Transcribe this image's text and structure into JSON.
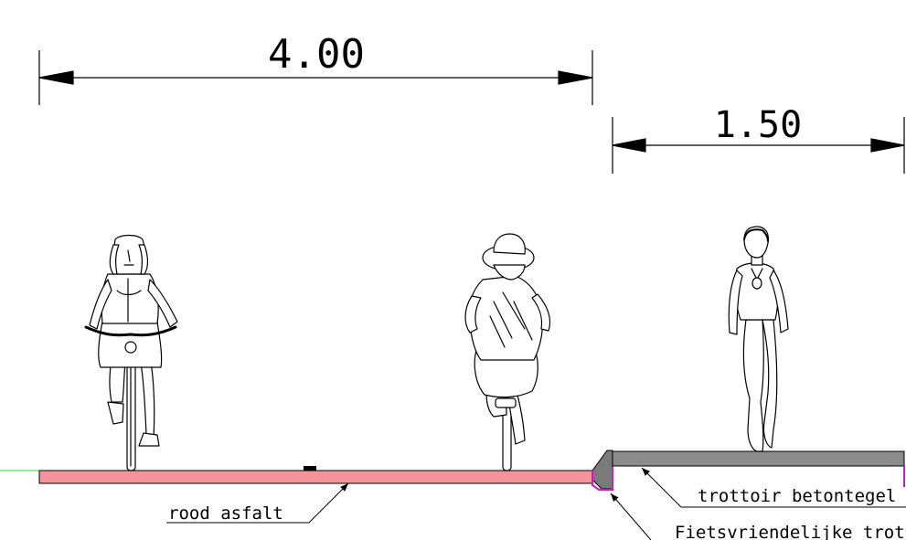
{
  "dimensions": {
    "cycle_path_width": "4.00",
    "sidewalk_width": "1.50"
  },
  "labels": {
    "red_asphalt": "rood asfalt",
    "sidewalk_tiles": "trottoir betontegel",
    "friendly_curb": "Fietsvriendelijke trott"
  },
  "colors": {
    "asphalt": "#f5939a",
    "sidewalk": "#8c8c8c",
    "curb": "#7a7a7a",
    "curb_edge": "#c021c0",
    "guide_line": "#2fd62f",
    "line": "#000000"
  },
  "figures": [
    {
      "icon": "cyclist-front-view-icon"
    },
    {
      "icon": "cyclist-rear-view-icon"
    },
    {
      "icon": "pedestrian-icon"
    }
  ]
}
